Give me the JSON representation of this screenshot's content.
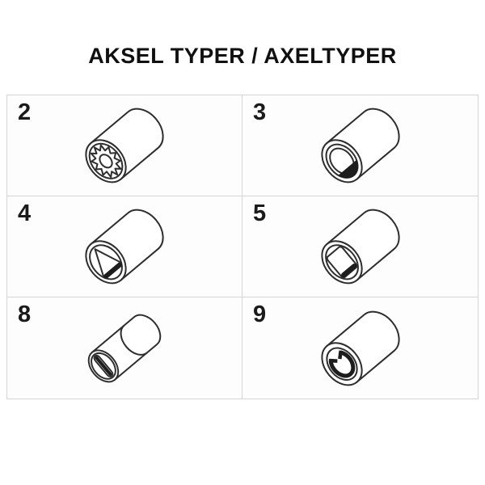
{
  "title": "AKSEL TYPER / AXELTYPER",
  "cells": [
    {
      "number": "2",
      "icon": "splined-bore-axle-icon"
    },
    {
      "number": "3",
      "icon": "round-bore-flat-bottom-axle-icon"
    },
    {
      "number": "4",
      "icon": "triangular-bore-axle-icon"
    },
    {
      "number": "5",
      "icon": "square-bore-axle-icon"
    },
    {
      "number": "8",
      "icon": "slotted-bore-axle-icon"
    },
    {
      "number": "9",
      "icon": "notched-ring-bore-axle-icon"
    }
  ],
  "colors": {
    "line": "#2e2e2e",
    "shade": "#1d1d1d",
    "cell_border": "#d5d5d5",
    "background": "#ffffff",
    "text": "#1b1b1b"
  }
}
